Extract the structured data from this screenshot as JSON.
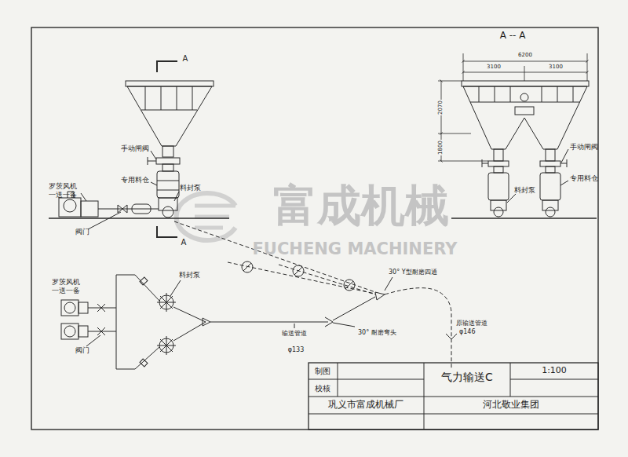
{
  "diagram": {
    "title": "气力输送C",
    "labels": [
      "A",
      "A",
      "手动闸阀",
      "专用料仓",
      "料封泵",
      "罗茨风机",
      "一送一备",
      "阀门",
      "A -- A",
      "6200",
      "3100",
      "3100",
      "2070",
      "1800",
      "手动闸阀",
      "专用料仓",
      "料封泵",
      "罗茨风机",
      "一送一备",
      "阀门",
      "料封泵",
      "30° Y型耐磨四通",
      "原输送管道",
      "φ146",
      "输送管道",
      "φ133",
      "30° 耐磨弯头",
      "制图",
      "校核",
      "1:100",
      "巩义市富成机械厂",
      "河北敬业集团",
      "富成机械",
      "FUCHENG MACHINERY"
    ]
  }
}
